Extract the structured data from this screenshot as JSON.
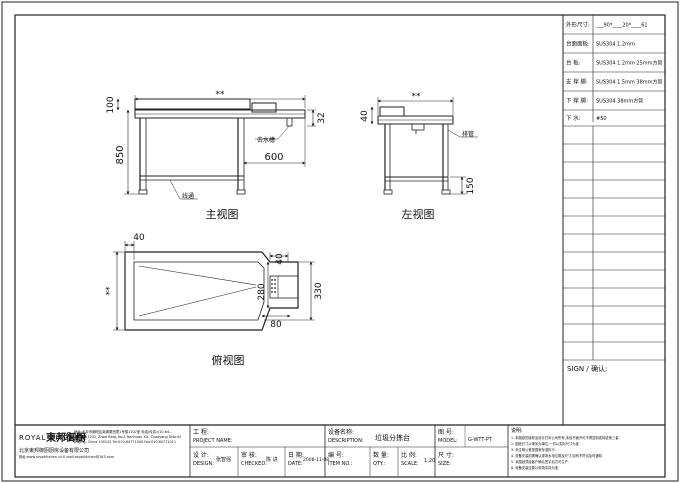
{
  "drawing": {
    "front_view": {
      "title": "主视图",
      "dim_length": "**",
      "dim_backsplash": "100",
      "dim_height": "850",
      "dim_drain_offset": "600",
      "dim_top_thickness": "32",
      "callout_drain": "去水槽",
      "callout_frame": "线通"
    },
    "side_view": {
      "title": "左视图",
      "dim_depth": "**",
      "dim_backsplash": "40",
      "dim_shelf": "150",
      "callout_pipe": "排管"
    },
    "plan_view": {
      "title": "俯视图",
      "dim_backsplash": "40",
      "dim_length": "**",
      "dim_outlet_w": "280",
      "dim_outlet_d": "80",
      "dim_outlet_h": "40",
      "dim_outlet_total": "330"
    }
  },
  "spec_table": {
    "rows": [
      {
        "label": "外形尺寸:",
        "value": "___90*____20*____61"
      },
      {
        "label": "台面面板:",
        "value": "SUS304 1.2mm"
      },
      {
        "label": "台    板:",
        "value": "SUS304 1.2mm 25mm方管"
      },
      {
        "label": "支 撑 脚:",
        "value": "SUS304 1.5mm 38mm方管"
      },
      {
        "label": "下 撑 脚:",
        "value": "SUS304 38mm方管"
      },
      {
        "label": "下  水:",
        "value": "#50"
      }
    ],
    "sign_label": "SIGN / 确认:"
  },
  "title_block": {
    "company_en": "ROYAL KITCHEN",
    "company_cn": "東邦御厨",
    "company_name": "北京東邦御厨厨房设备有限公司",
    "contact_lines": [
      "地址:北京市朝阳区南湖渠西里1号楼1202室 电话/传真:010-64...",
      "Add:Rm1202, Ziwei Bldg, No.1 Nanhuqu Xili, Chaoyang District",
      "Beijing, China 100102  Tel:010-64771000 Fax:010-64771011",
      "网址:www.royalkitchen.cn E-mail:royalkitchen@163.com"
    ],
    "project_label_cn": "工 程:",
    "project_label_en": "PROJECT NAME:",
    "description_label_cn": "设备名称:",
    "description_label_en": "DESCRIPTION:",
    "description_value": "垃圾分拣台",
    "drawing_no_label_cn": "图 号:",
    "drawing_no_label_en": "MODEL:",
    "drawing_no_value": "G-WTT-PT",
    "design_label_cn": "设 计:",
    "design_label_en": "DESIGN:",
    "designer": "张智强",
    "checked_label_cn": "审 核:",
    "checked_label_en": "CHECKED:",
    "checker": "陈 进",
    "date_label_cn": "日 期:",
    "date_label_en": "DATE:",
    "date_value": "2008-11-08",
    "item_label_cn": "编 号:",
    "item_label_en": "ITEM NO.:",
    "qty_label_cn": "数 量:",
    "qty_label_en": "QTY.:",
    "scale_label_cn": "比 例:",
    "scale_label_en": "SCALE:",
    "scale_value": "1:20",
    "size_label_cn": "尺 寸:",
    "size_label_en": "SIZE:",
    "notes_title": "说明:",
    "notes": [
      "1. 本图纸的版权及设计归本公司所有,未经书面许可不得复制或转给第三者.",
      "2. 图纸尺寸以毫米为单位,一切以实际尺寸为准.",
      "3. 未注明公差按国家标准执行.",
      "4. 设备安装前需确认现场水电位置及尺寸,如有不符请及时通知.",
      "5. 本图纸须经客户确认签字后方可生产.",
      "6. 设备安装位置以现场实际为准."
    ]
  }
}
